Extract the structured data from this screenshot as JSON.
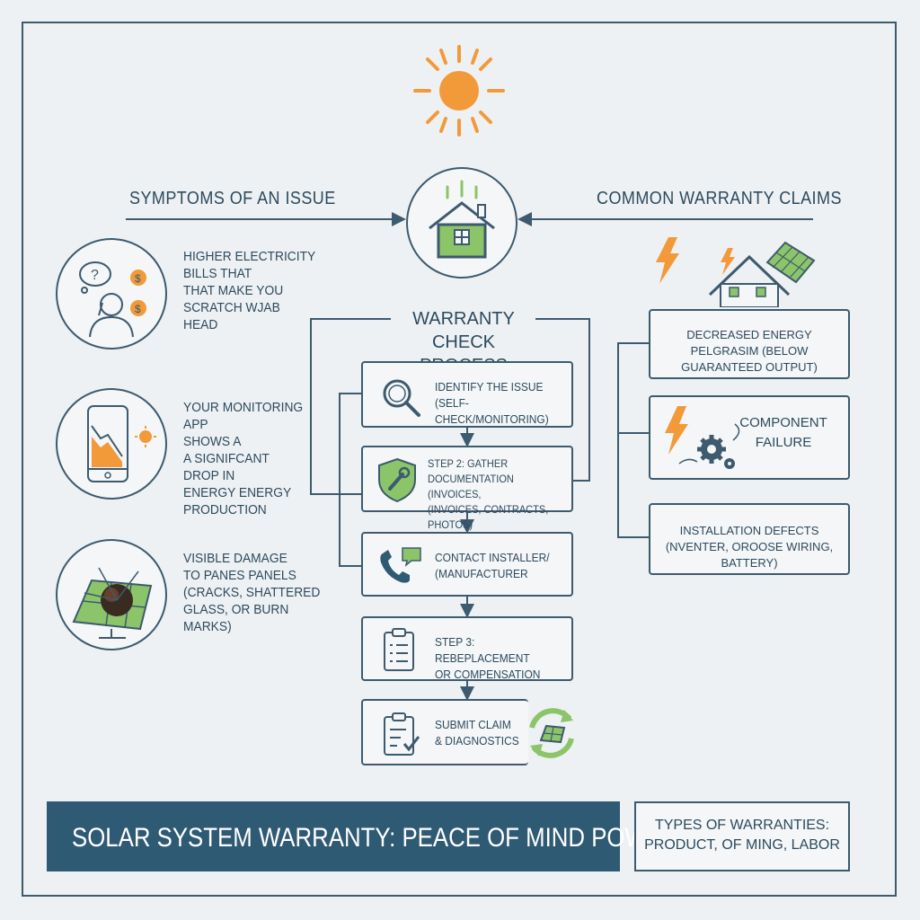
{
  "header": {
    "left": "SYMPTOMS OF AN ISSUE",
    "right": "COMMON WARRANTY CLAIMS"
  },
  "symptoms": [
    {
      "text": "HIGHER ELECTRICITY\nBILLS THAT\nTHAT MAKE YOU\nSCRATCH WJAB\nHEAD",
      "icon": "confused-person-icon"
    },
    {
      "text": "YOUR MONITORING\nAPP\nSHOWS A\nA SIGNIFCANT\nDROP IN\nENERGY ENERGY\nPRODUCTION",
      "icon": "phone-chart-icon"
    },
    {
      "text": "VISIBLE DAMAGE\nTO PANES PANELS\n(CRACKS, SHATTERED\nGLASS, OR BURN MARKS)",
      "icon": "damaged-panel-icon"
    }
  ],
  "process": {
    "title": "WARRANTY CHECK\nPROCESS",
    "steps": [
      {
        "text": "IDENTIFY THE ISSUE\n(SELF-CHECK/MONITORING)",
        "icon": "magnifier-icon"
      },
      {
        "text": "STEP 2: GATHER\nDOCUMENTATION (INVOICES,\n(INVOICES, CONTRACTS, PHOTOS)",
        "icon": "shield-wrench-icon"
      },
      {
        "text": "CONTACT INSTALLER/\n(MANUFACTURER",
        "icon": "phone-chat-icon"
      },
      {
        "text": "STEP 3: REBEPLACEMENT\nOR COMPENSATION",
        "icon": "clipboard-icon"
      },
      {
        "text": "SUBMIT CLAIM\n& DIAGNOSTICS",
        "icon": "clipboard-check-icon"
      }
    ]
  },
  "claims": [
    {
      "text": "DECREASED ENERGY\nPELGRASIM (BELOW GUARANTEED OUTPUT)"
    },
    {
      "text": "COMPONENT\nFAILURE",
      "icon": "gear-lightning-icon"
    },
    {
      "text": "INSTALLATION DEFECTS\n(NVENTER, OROOSE WIRING, BATTERY)"
    }
  ],
  "banner": {
    "title": "SOLAR SYSTEM WARRANTY: PEACE OF MIND POWER"
  },
  "types": {
    "text": "TYPES OF WARRANTIES:\nPRODUCT, OF MING, LABOR"
  },
  "colors": {
    "accent": "#f29a3a",
    "green": "#8cc46a",
    "navy": "#2f5a74",
    "line": "#3d5a6e"
  }
}
